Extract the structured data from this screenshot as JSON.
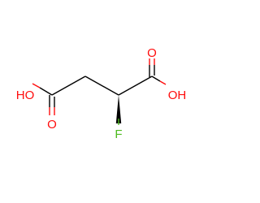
{
  "molecule": {
    "atoms": {
      "ho_left": "HO",
      "o_left": "O",
      "o_right": "O",
      "oh_right": "OH",
      "f": "F"
    },
    "colors": {
      "bond": "#000000",
      "oxygen": "#ff0d0d",
      "fluorine": "#4dbb1f"
    }
  }
}
